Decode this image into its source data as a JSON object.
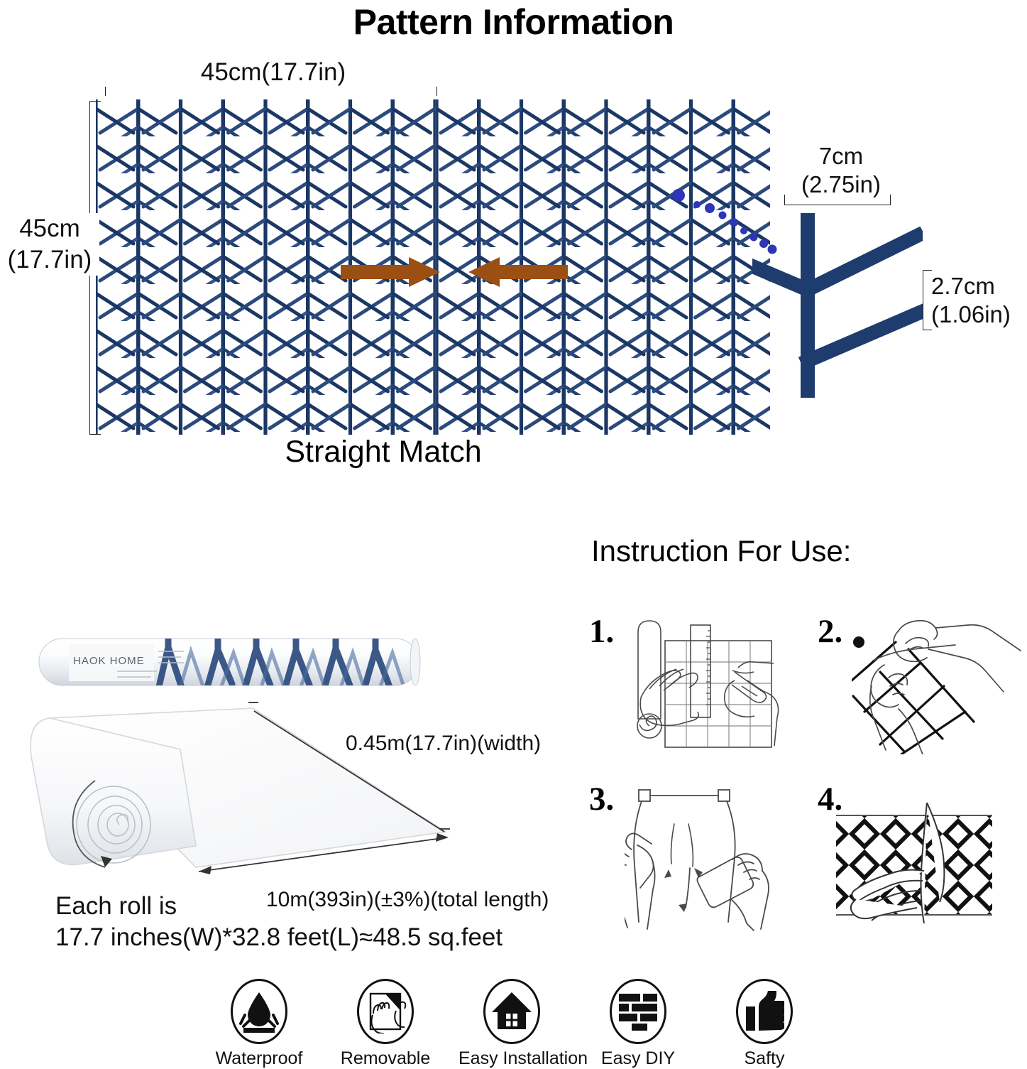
{
  "page": {
    "title": "Pattern Information"
  },
  "pattern": {
    "top_dimension": "45cm(17.7in)",
    "left_dimension_line1": "45cm",
    "left_dimension_line2": "(17.7in)",
    "match_caption": "Straight Match",
    "motif_width_line1": "7cm",
    "motif_width_line2": "(2.75in)",
    "motif_height_line1": "2.7cm",
    "motif_height_line2": "(1.06in)",
    "colors": {
      "navy_dark": "#1b3764",
      "navy_mid": "#2b4a7d",
      "navy_light": "#3d5f93",
      "arrow_brown": "#9c4f12",
      "dot_blue": "#2e35b8"
    }
  },
  "instructions": {
    "heading": "Instruction For Use:",
    "steps": [
      {
        "number": "1.",
        "icon": "ruler-knife-cut-icon"
      },
      {
        "number": "2.",
        "icon": "peel-backing-icon"
      },
      {
        "number": "3.",
        "icon": "squeegee-apply-icon"
      },
      {
        "number": "4.",
        "icon": "smooth-hand-icon"
      }
    ]
  },
  "roll": {
    "width_label": "0.45m(17.7in)(width)",
    "length_label": "10m(393in)(±3%)(total length)",
    "each_roll_line1": "Each roll is",
    "each_roll_line2": "17.7 inches(W)*32.8 feet(L)≈48.5 sq.feet"
  },
  "features": [
    {
      "label": "Waterproof",
      "icon": "water-drop-icon"
    },
    {
      "label": "Removable",
      "icon": "peel-hand-icon"
    },
    {
      "label": "Easy Installation",
      "icon": "house-icon"
    },
    {
      "label": "Easy DIY",
      "icon": "brick-wall-icon"
    },
    {
      "label": "Safty",
      "icon": "thumbs-up-icon"
    }
  ]
}
